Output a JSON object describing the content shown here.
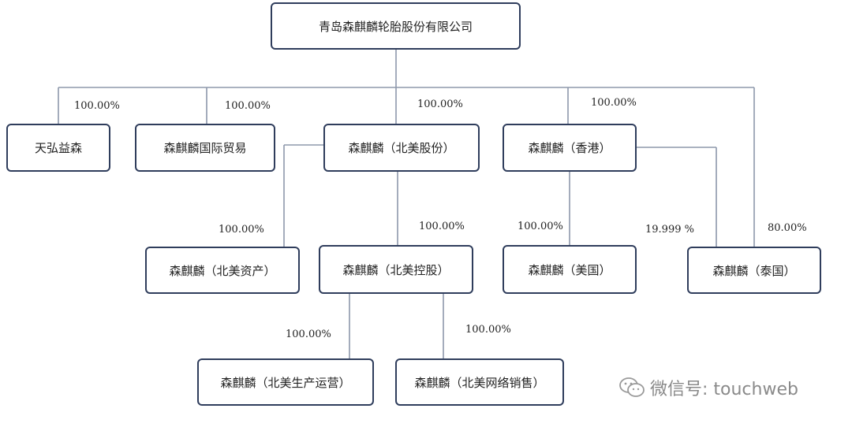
{
  "org": {
    "root": "青岛森麒麟轮胎股份有限公司",
    "tianhong": "天弘益森",
    "trade": "森麒麟国际贸易",
    "na_shares": "森麒麟（北美股份）",
    "hk": "森麒麟（香港）",
    "na_assets": "森麒麟（北美资产）",
    "na_holding": "森麒麟（北美控股）",
    "usa": "森麒麟（美国）",
    "thailand": "森麒麟（泰国）",
    "na_production": "森麒麟（北美生产运营）",
    "na_online": "森麒麟（北美网络销售）"
  },
  "ownership": {
    "root_tianhong": "100.00%",
    "root_trade": "100.00%",
    "root_na_shares": "100.00%",
    "root_hk": "100.00%",
    "root_thailand": "80.00%",
    "na_shares_assets": "100.00%",
    "na_shares_holding": "100.00%",
    "hk_usa": "100.00%",
    "hk_thailand": "19.999 %",
    "holding_production": "100.00%",
    "holding_online": "100.00%"
  },
  "watermark": {
    "text": "微信号: touchweb",
    "icon": "wechat-icon"
  },
  "colors": {
    "border": "#2f3d5c",
    "line": "#8d98ab",
    "watermark": "#8a8a8a"
  }
}
